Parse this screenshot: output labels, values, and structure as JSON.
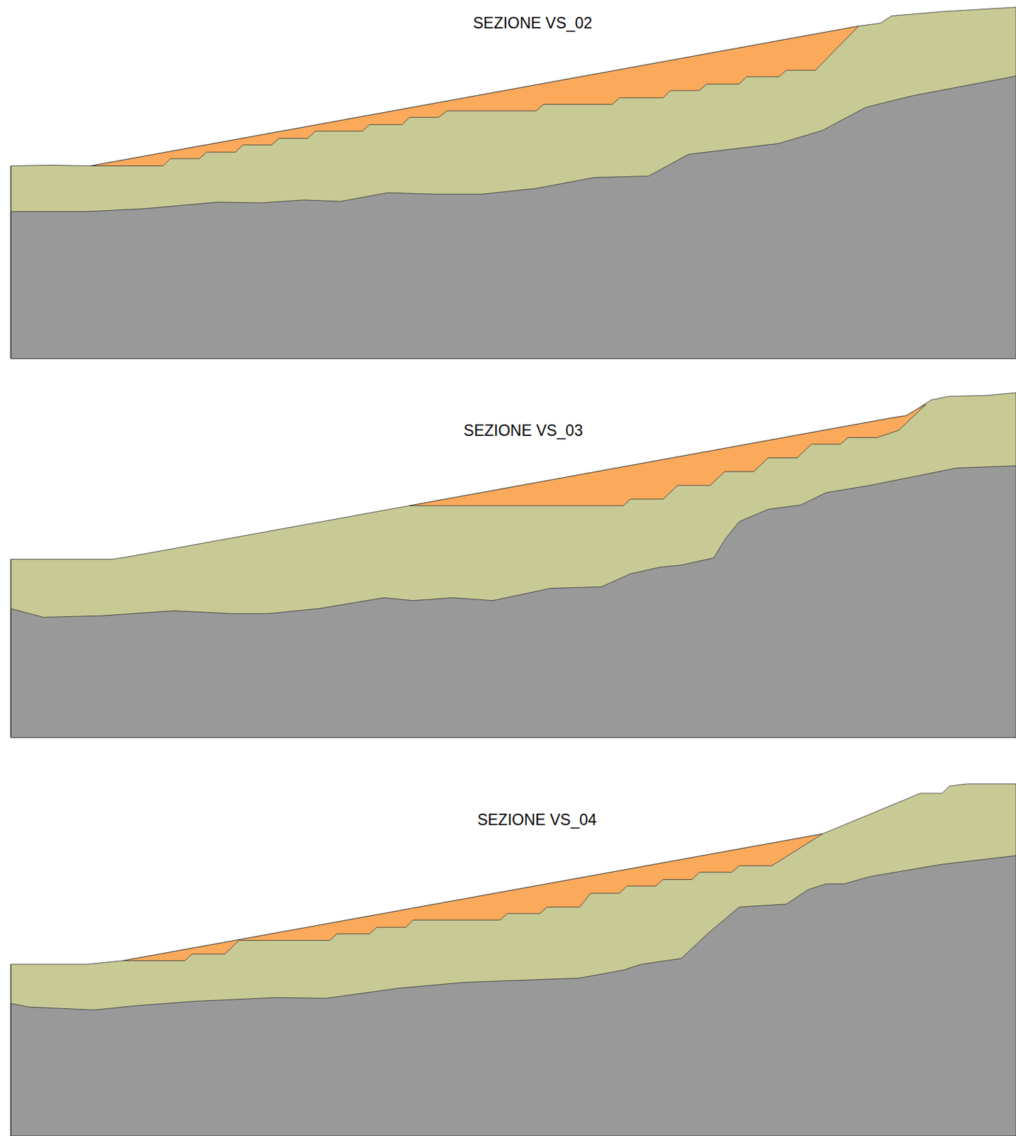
{
  "diagram": {
    "labels": [
      "SEZIONE VS_02",
      "SEZIONE VS_03",
      "SEZIONE VS_04"
    ]
  }
}
